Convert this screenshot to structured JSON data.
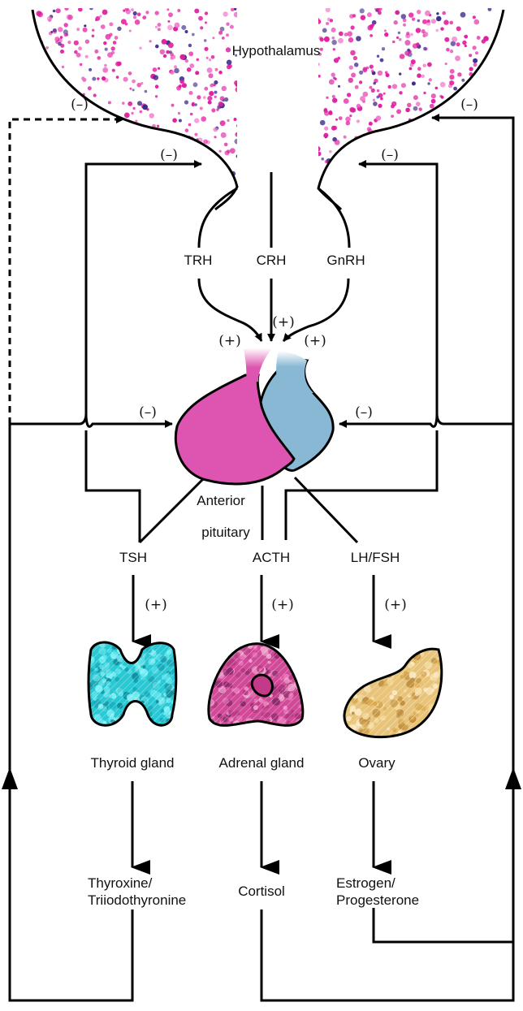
{
  "regions": {
    "hypothalamus": "Hypothalamus",
    "anterior_pituitary_line1": "Anterior",
    "anterior_pituitary_line2": "pituitary"
  },
  "releasing_hormones": {
    "trh": "TRH",
    "crh": "CRH",
    "gnrh": "GnRH"
  },
  "tropic_hormones": {
    "tsh": "TSH",
    "acth": "ACTH",
    "lh_fsh": "LH/FSH"
  },
  "glands": {
    "thyroid": "Thyroid gland",
    "adrenal": "Adrenal gland",
    "ovary": "Ovary"
  },
  "products": {
    "thyroid_line1": "Thyroxine/",
    "thyroid_line2": "Triiodothyronine",
    "adrenal": "Cortisol",
    "ovary_line1": "Estrogen/",
    "ovary_line2": "Progesterone"
  },
  "signs": {
    "stimulate": "(+)",
    "inhibit": "(–)"
  },
  "colors": {
    "hypothalamus_dot_pink": "#e01ca0",
    "hypothalamus_dot_navy": "#3a2a8c",
    "pituitary_pink": "#dd55b0",
    "pituitary_blue": "#88b8d4",
    "thyroid": "#28c8d4",
    "adrenal": "#d04a98",
    "ovary": "#e8c47a"
  }
}
